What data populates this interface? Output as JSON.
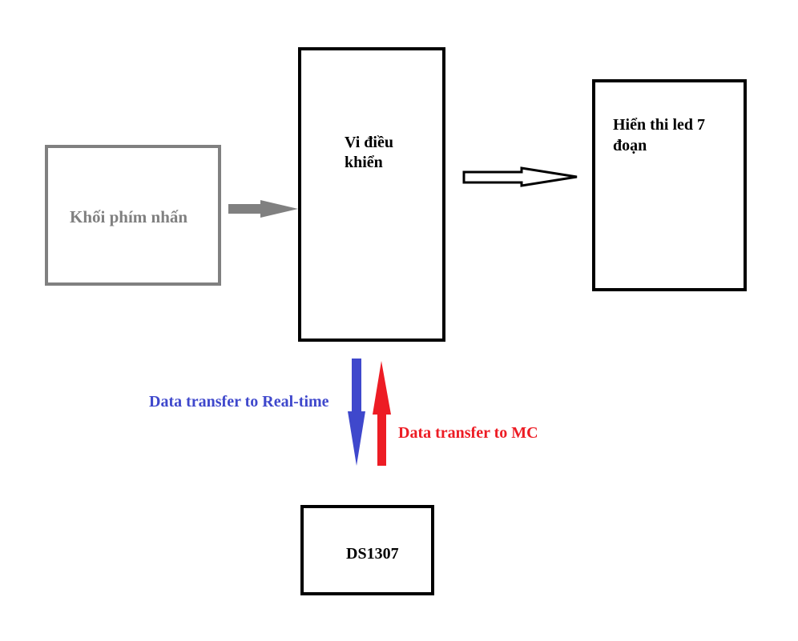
{
  "nodes": {
    "keypad": {
      "label": "Khối phím nhấn"
    },
    "mcu": {
      "label_line1": "Vi điều",
      "label_line2": "khiển"
    },
    "display": {
      "label_line1": "Hiển thi led 7",
      "label_line2": "đoạn"
    },
    "rtc": {
      "label": "DS1307"
    }
  },
  "edges": {
    "to_rtc": {
      "label": "Data transfer to Real-time"
    },
    "to_mc": {
      "label": "Data transfer to MC"
    }
  },
  "colors": {
    "gray": "#808080",
    "black": "#000000",
    "blue": "#3f48cc",
    "red": "#ed1c24"
  }
}
